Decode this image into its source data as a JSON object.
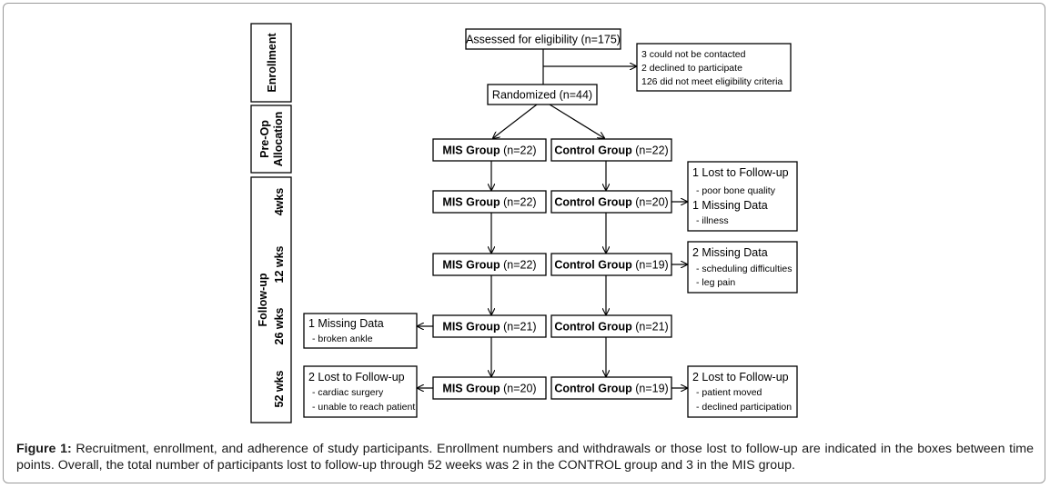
{
  "stages": {
    "enrollment": "Enrollment",
    "preop_line1": "Pre-Op",
    "preop_line2": "Allocation",
    "followup": "Follow-up",
    "wk4": "4wks",
    "wk12": "12 wks",
    "wk26": "26 wks",
    "wk52": "52 wks"
  },
  "assessed": "Assessed for eligibility (n=175)",
  "excluded": [
    "3 could not be contacted",
    "2 declined to participate",
    "126 did not meet eligibility criteria"
  ],
  "randomized": "Randomized (n=44)",
  "mis": {
    "alloc": {
      "name": "MIS Group",
      "count": "(n=22)"
    },
    "wk4": {
      "name": "MIS Group",
      "count": "(n=22)"
    },
    "wk12": {
      "name": "MIS Group",
      "count": "(n=22)"
    },
    "wk26": {
      "name": "MIS Group",
      "count": "(n=21)"
    },
    "wk52": {
      "name": "MIS Group",
      "count": "(n=20)"
    }
  },
  "control": {
    "alloc": {
      "name": "Control Group",
      "count": "(n=22)"
    },
    "wk4": {
      "name": "Control Group",
      "count": "(n=20)"
    },
    "wk12": {
      "name": "Control Group",
      "count": "(n=19)"
    },
    "wk26": {
      "name": "Control Group",
      "count": "(n=21)"
    },
    "wk52": {
      "name": "Control Group",
      "count": "(n=19)"
    }
  },
  "notes": {
    "ctrl_wk4": {
      "h1": "1 Lost to Follow-up",
      "d1": "- poor bone quality",
      "h2": "1 Missing Data",
      "d2": "- illness"
    },
    "ctrl_wk12": {
      "h1": "2 Missing Data",
      "d1": "- scheduling difficulties",
      "d2": "- leg pain"
    },
    "mis_wk26": {
      "h1": "1 Missing Data",
      "d1": "- broken ankle"
    },
    "mis_wk52": {
      "h1": "2 Lost to Follow-up",
      "d1": "- cardiac surgery",
      "d2": "- unable to reach patient"
    },
    "ctrl_wk52": {
      "h1": "2 Lost to Follow-up",
      "d1": "- patient moved",
      "d2": "- declined participation"
    }
  },
  "caption": {
    "label": "Figure 1:",
    "text": "Recruitment, enrollment, and adherence of study participants. Enrollment numbers and withdrawals or those lost to follow-up are indicated in the boxes between time points. Overall, the total number of participants lost to follow-up through 52 weeks was 2 in the CONTROL group and 3 in the MIS group."
  }
}
